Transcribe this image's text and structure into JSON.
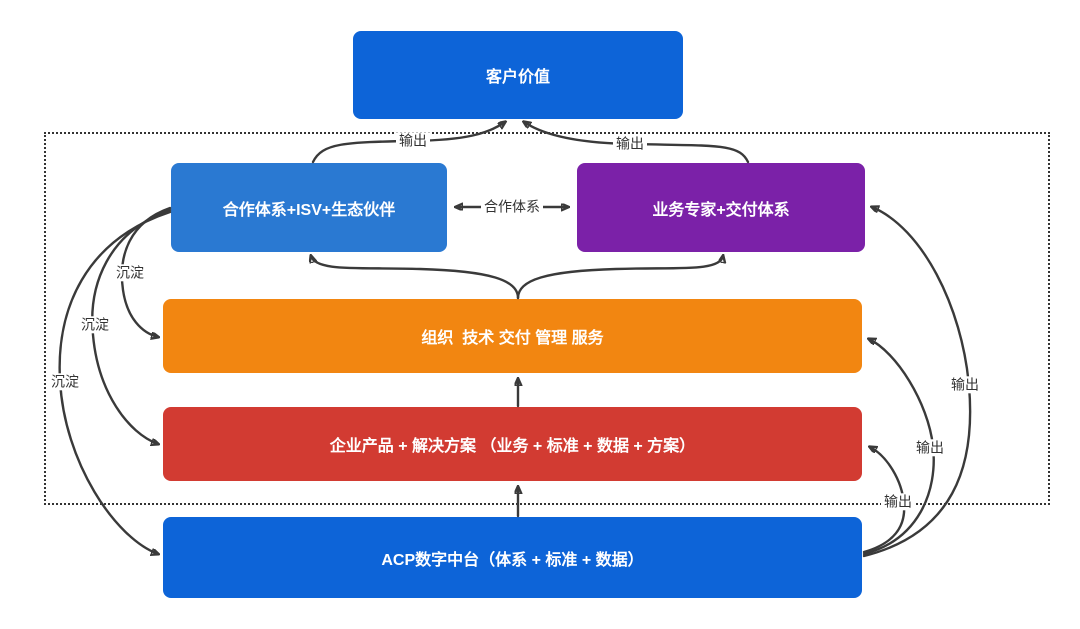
{
  "diagram": {
    "boxes": {
      "customer_value": {
        "label": "客户价值",
        "color": "#0d64d8"
      },
      "partner": {
        "label": "合作体系+ISV+生态伙伴",
        "color": "#2a79d2"
      },
      "expert": {
        "label": "业务专家+交付体系",
        "color": "#7b21a8"
      },
      "org": {
        "label": "组织  技术 交付 管理 服务",
        "color": "#f28611"
      },
      "product": {
        "label": "企业产品 + 解决方案 （业务 + 标准 + 数据 + 方案）",
        "color": "#d23b32"
      },
      "acp": {
        "label": "ACP数字中台（体系 + 标准 + 数据）",
        "color": "#0d64d8"
      }
    },
    "edge_labels": {
      "output_top_left": "输出",
      "output_top_right": "输出",
      "cooperation": "合作体系",
      "sink_inner": "沉淀",
      "sink_middle": "沉淀",
      "sink_outer": "沉淀",
      "output_right_outer": "输出",
      "output_right_middle": "输出",
      "output_right_inner": "输出"
    },
    "colors": {
      "arrow": "#3a3a3a",
      "edge_label_text": "#333333",
      "dotted_border": "#333333",
      "background": "#ffffff",
      "box_text": "#ffffff"
    }
  }
}
